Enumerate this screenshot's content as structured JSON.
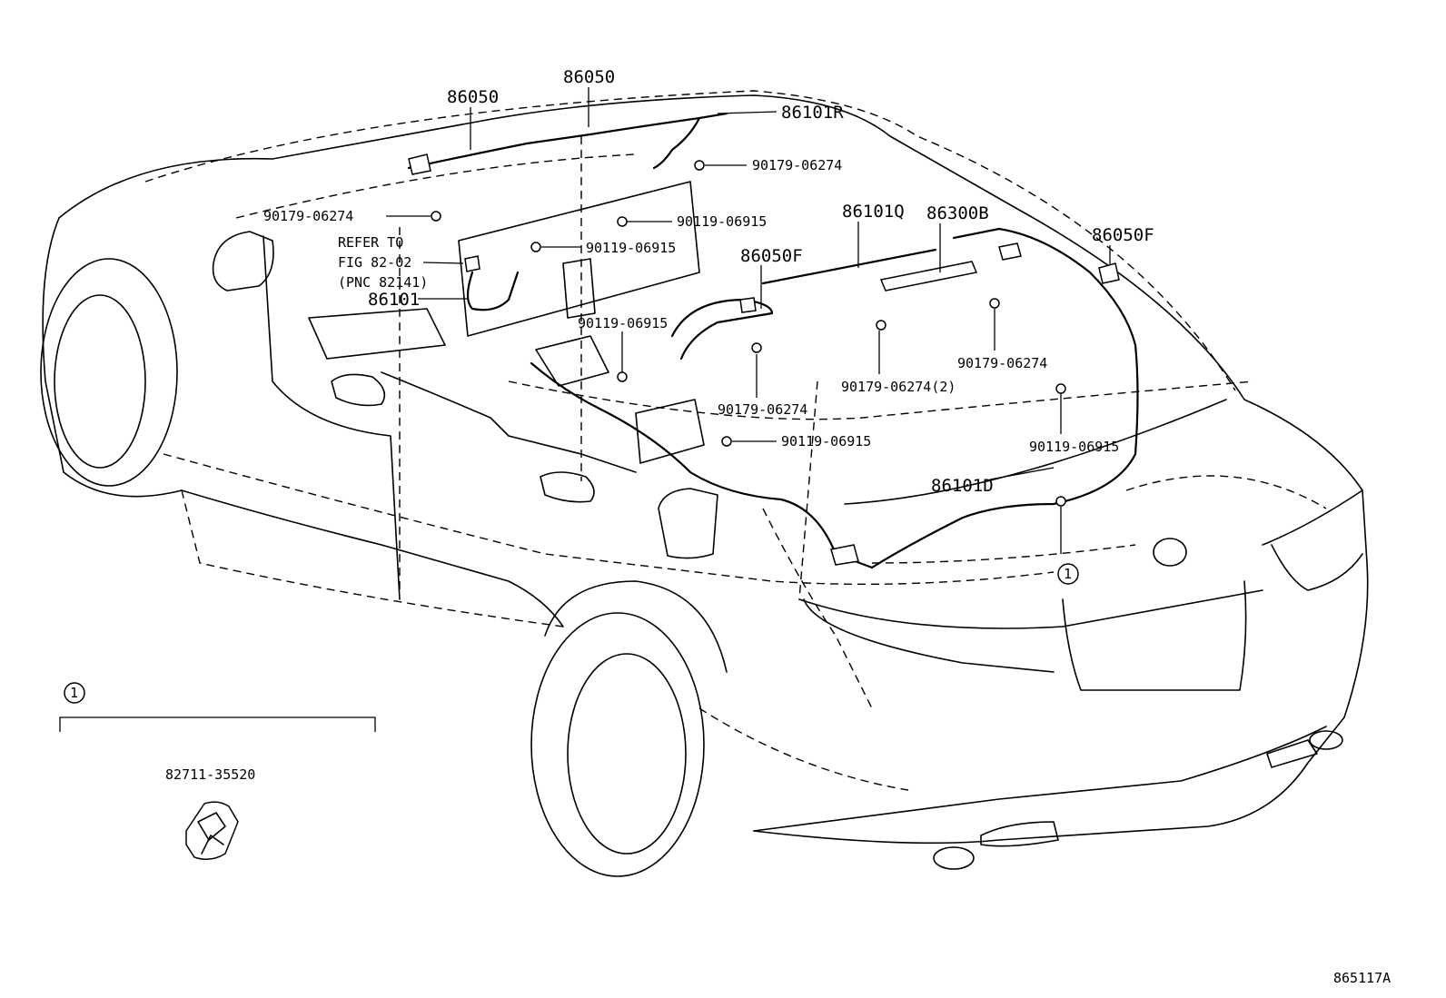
{
  "labels": {
    "p86050_left": "86050",
    "p86050_top": "86050",
    "p86101R": "86101R",
    "p90179_a": "90179-06274",
    "p90179_b": "90179-06274",
    "p90119_a": "90119-06915",
    "p90119_b": "90119-06915",
    "refer_line1": "REFER TO",
    "refer_line2": "FIG 82-02",
    "refer_line3": "(PNC 82141)",
    "p86101": "86101",
    "p86050F_mid": "86050F",
    "p86101Q": "86101Q",
    "p86300B": "86300B",
    "p86050F_right": "86050F",
    "p90119_c": "90119-06915",
    "p90179_c": "90179-06274",
    "p90179_d": "90179-06274(2)",
    "p90179_e": "90179-06274",
    "p90119_d": "90119-06915",
    "p90119_e": "90119-06915",
    "p86101D": "86101D",
    "p82711": "82711-35520",
    "callout_main": "1",
    "callout_detail": "1",
    "figure_id": "865117A"
  }
}
